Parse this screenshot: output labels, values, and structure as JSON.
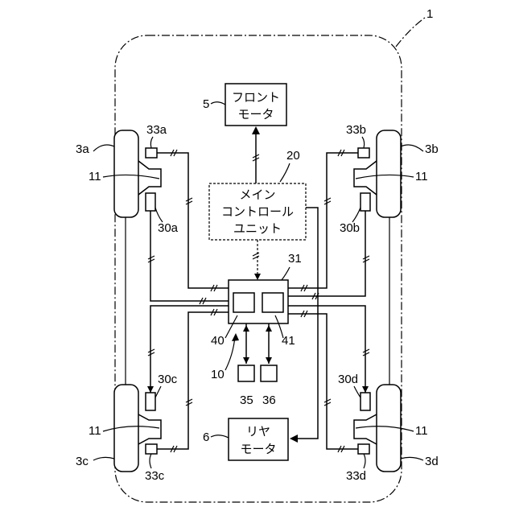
{
  "labels": {
    "vehicle": "1",
    "wheel_a": "3a",
    "wheel_b": "3b",
    "wheel_c": "3c",
    "wheel_d": "3d",
    "brake_a": "11",
    "brake_b": "11",
    "brake_c": "11",
    "brake_d": "11",
    "sensor33_a": "33a",
    "sensor33_b": "33b",
    "sensor33_c": "33c",
    "sensor33_d": "33d",
    "sensor30_a": "30a",
    "sensor30_b": "30b",
    "sensor30_c": "30c",
    "sensor30_d": "30d",
    "front_motor_ref": "5",
    "rear_motor_ref": "6",
    "main_unit_ref": "20",
    "brake_unit_ref": "31",
    "processor_ref": "40",
    "memory_ref": "41",
    "system_ref": "10",
    "device_35": "35",
    "device_36": "36"
  },
  "front_motor": {
    "line1": "フロント",
    "line2": "モータ"
  },
  "rear_motor": {
    "line1": "リヤ",
    "line2": "モータ"
  },
  "main_control_unit": {
    "line1": "メイン",
    "line2": "コントロール",
    "line3": "ユニット"
  }
}
